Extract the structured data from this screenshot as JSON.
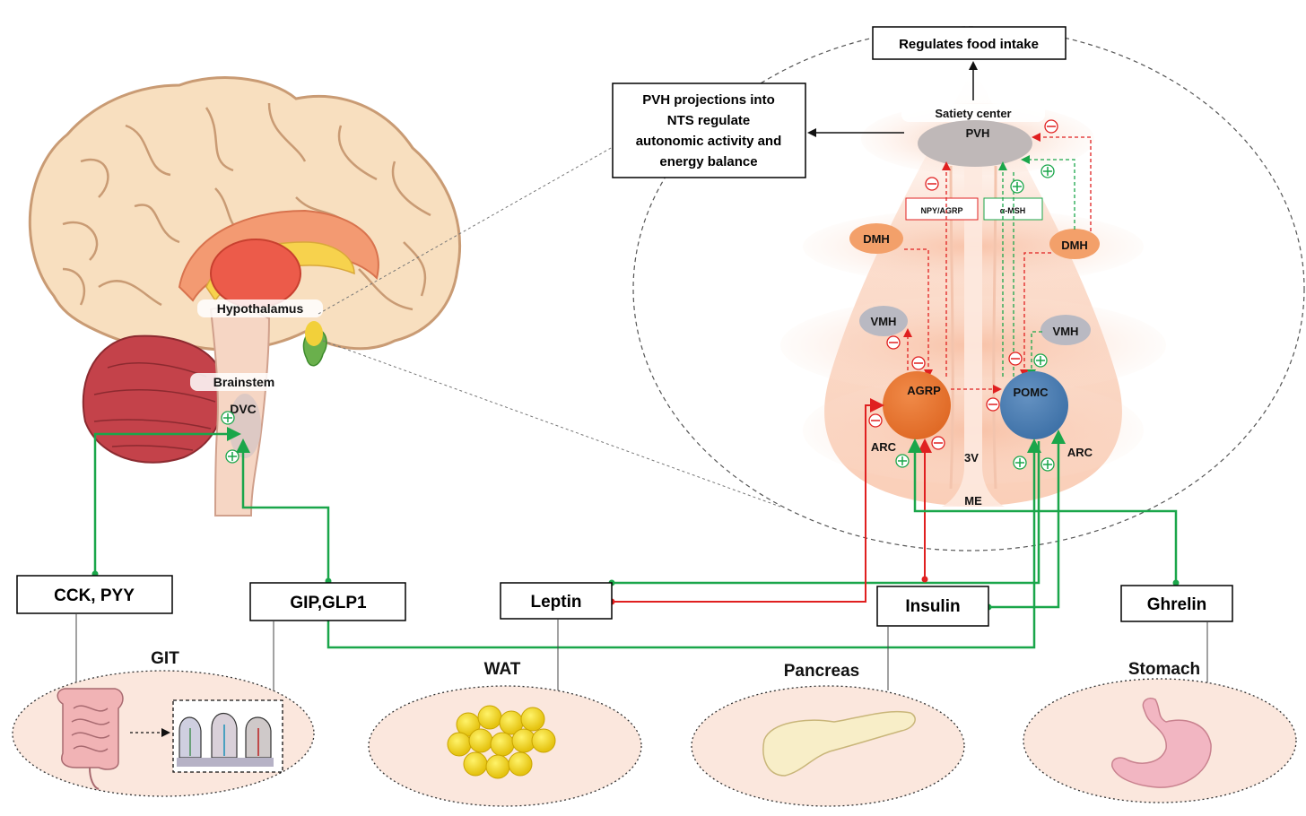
{
  "top_box": "Regulates food intake",
  "pvh_box": [
    "PVH projections into",
    "NTS regulate",
    "autonomic activity and",
    "energy balance"
  ],
  "brain_labels": {
    "hypothalamus": "Hypothalamus",
    "brainstem": "Brainstem",
    "dvc": "DVC"
  },
  "hypo_labels": {
    "satiety": "Satiety center",
    "pvh": "PVH",
    "npy_agrp": "NPY/AGRP",
    "alpha_msh": "α-MSH",
    "dmh_left": "DMH",
    "dmh_right": "DMH",
    "vmh_left": "VMH",
    "vmh_right": "VMH",
    "agrp": "AGRP",
    "pomc": "POMC",
    "arc_left": "ARC",
    "arc_right": "ARC",
    "v3": "3V",
    "me": "ME"
  },
  "hormones": {
    "cck_pyy": "CCK, PYY",
    "gip_glp1": "GIP,GLP1",
    "leptin": "Leptin",
    "insulin": "Insulin",
    "ghrelin": "Ghrelin"
  },
  "organs": {
    "git": "GIT",
    "wat": "WAT",
    "pancreas": "Pancreas",
    "stomach": "Stomach"
  },
  "colors": {
    "stimulatory": "#1aa64a",
    "inhibitory": "#e02020",
    "agrp_neuron": "#ea7533",
    "pomc_neuron": "#4b7fb5",
    "hypo_glow": "#f7b89a",
    "organ_bg": "#fbe7dd"
  }
}
